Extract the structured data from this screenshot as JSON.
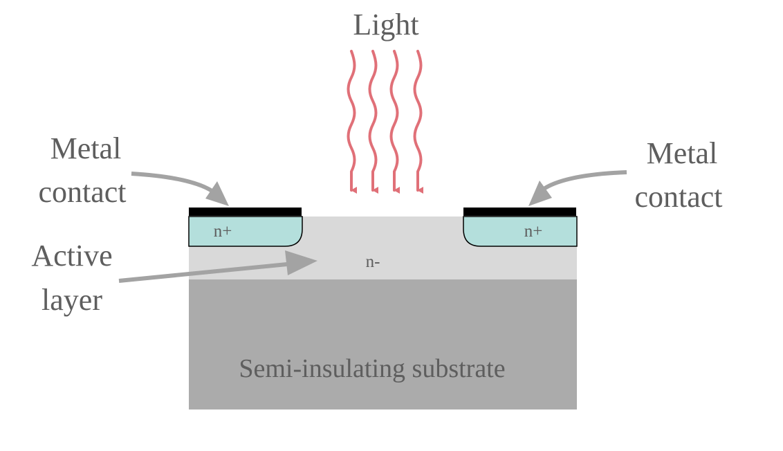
{
  "labels": {
    "light": "Light",
    "metal_contact_left_line1": "Metal",
    "metal_contact_left_line2": "contact",
    "metal_contact_right_line1": "Metal",
    "metal_contact_right_line2": "contact",
    "active_layer_line1": "Active",
    "active_layer_line2": "layer",
    "n_plus_left": "n+",
    "n_plus_right": "n+",
    "n_minus": "n-",
    "substrate": "Semi-insulating substrate"
  },
  "colors": {
    "substrate": "#ababab",
    "active_layer": "#d9d9d9",
    "n_plus": "#b4dfdc",
    "metal": "#000000",
    "light_rays": "#e07078",
    "pointer_arrows": "#a3a3a3",
    "text": "#5e5e5e"
  }
}
